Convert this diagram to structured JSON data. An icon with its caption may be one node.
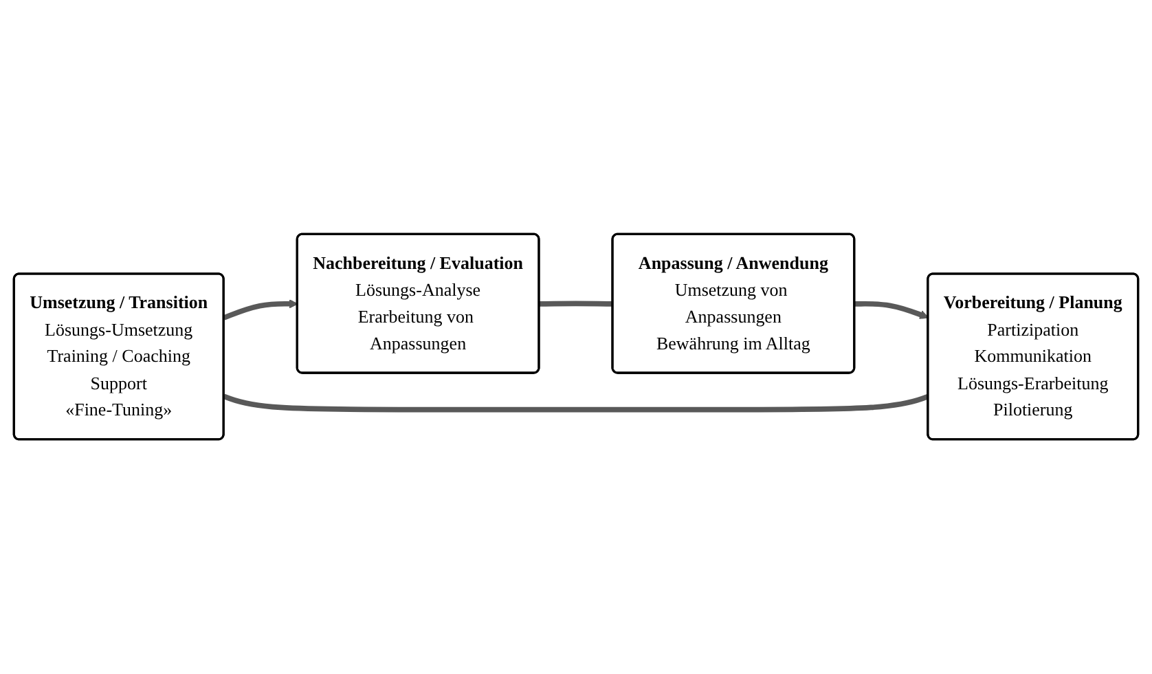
{
  "diagram": {
    "nodes": [
      {
        "text": [
          "Umsetzung / Transition",
          "Lösungs-Umsetzung",
          "Training  / Coaching",
          "Support",
          "«Fine-Tuning»"
        ]
      },
      {
        "text": [
          "Vorbereitung / Planung",
          "Partizipation",
          "Kommunikation",
          "Lösungs-Erarbeitung",
          "Pilotierung"
        ]
      },
      {
        "text": [
          "Nachbereitung / Evaluation",
          "Lösungs-Analyse",
          "Erarbeitung von Anpassungen"
        ]
      },
      {
        "text": [
          "Anpassung / Anwendung",
          "Umsetzung von Anpassungen",
          "Bewährung im Alltag"
        ]
      }
    ],
    "edges": [
      {
        "from": 1,
        "to": 0,
        "arrow": "none"
      },
      {
        "from": 0,
        "to": 2,
        "arrow": "to"
      },
      {
        "from": 2,
        "to": 3,
        "arrow": "none"
      },
      {
        "from": 3,
        "to": 1,
        "arrow": "to"
      }
    ]
  }
}
